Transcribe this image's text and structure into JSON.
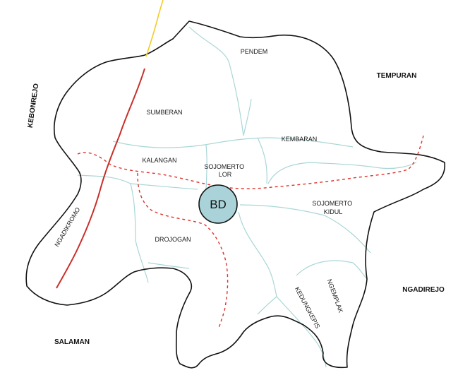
{
  "colors": {
    "boundary": "#111111",
    "internal_lines": "#a9d6d6",
    "road_main": "#c8302a",
    "road_dashed": "#e0302a",
    "road_north": "#f2cc2a",
    "center_fill": "#a9d3d8",
    "center_stroke": "#111111"
  },
  "center_marker": {
    "label": "BD"
  },
  "regions": [
    {
      "id": "pendem",
      "label": "PENDEM"
    },
    {
      "id": "sumberan",
      "label": "SUMBERAN"
    },
    {
      "id": "kembaran",
      "label": "KEMBARAN"
    },
    {
      "id": "kalangan",
      "label": "KALANGAN"
    },
    {
      "id": "sojomerto-lor",
      "label_lines": [
        "SOJOMERTO",
        "LOR"
      ]
    },
    {
      "id": "sojomerto-kidul",
      "label_lines": [
        "SOJOMERTO",
        "KIDUL"
      ]
    },
    {
      "id": "drojogan",
      "label": "DROJOGAN"
    },
    {
      "id": "ngadikromo",
      "label": "NGADIKROMO"
    },
    {
      "id": "ngemplak",
      "label": "NGEMPLAK"
    },
    {
      "id": "kedungkepis",
      "label": "KEDUNGKEPIS"
    }
  ],
  "surrounding": [
    {
      "id": "tempuran",
      "label": "TEMPURAN"
    },
    {
      "id": "kebonrejo",
      "label": "KEBONREJO"
    },
    {
      "id": "ngadirejo",
      "label": "NGADIREJO"
    },
    {
      "id": "salaman",
      "label": "SALAMAN"
    }
  ]
}
